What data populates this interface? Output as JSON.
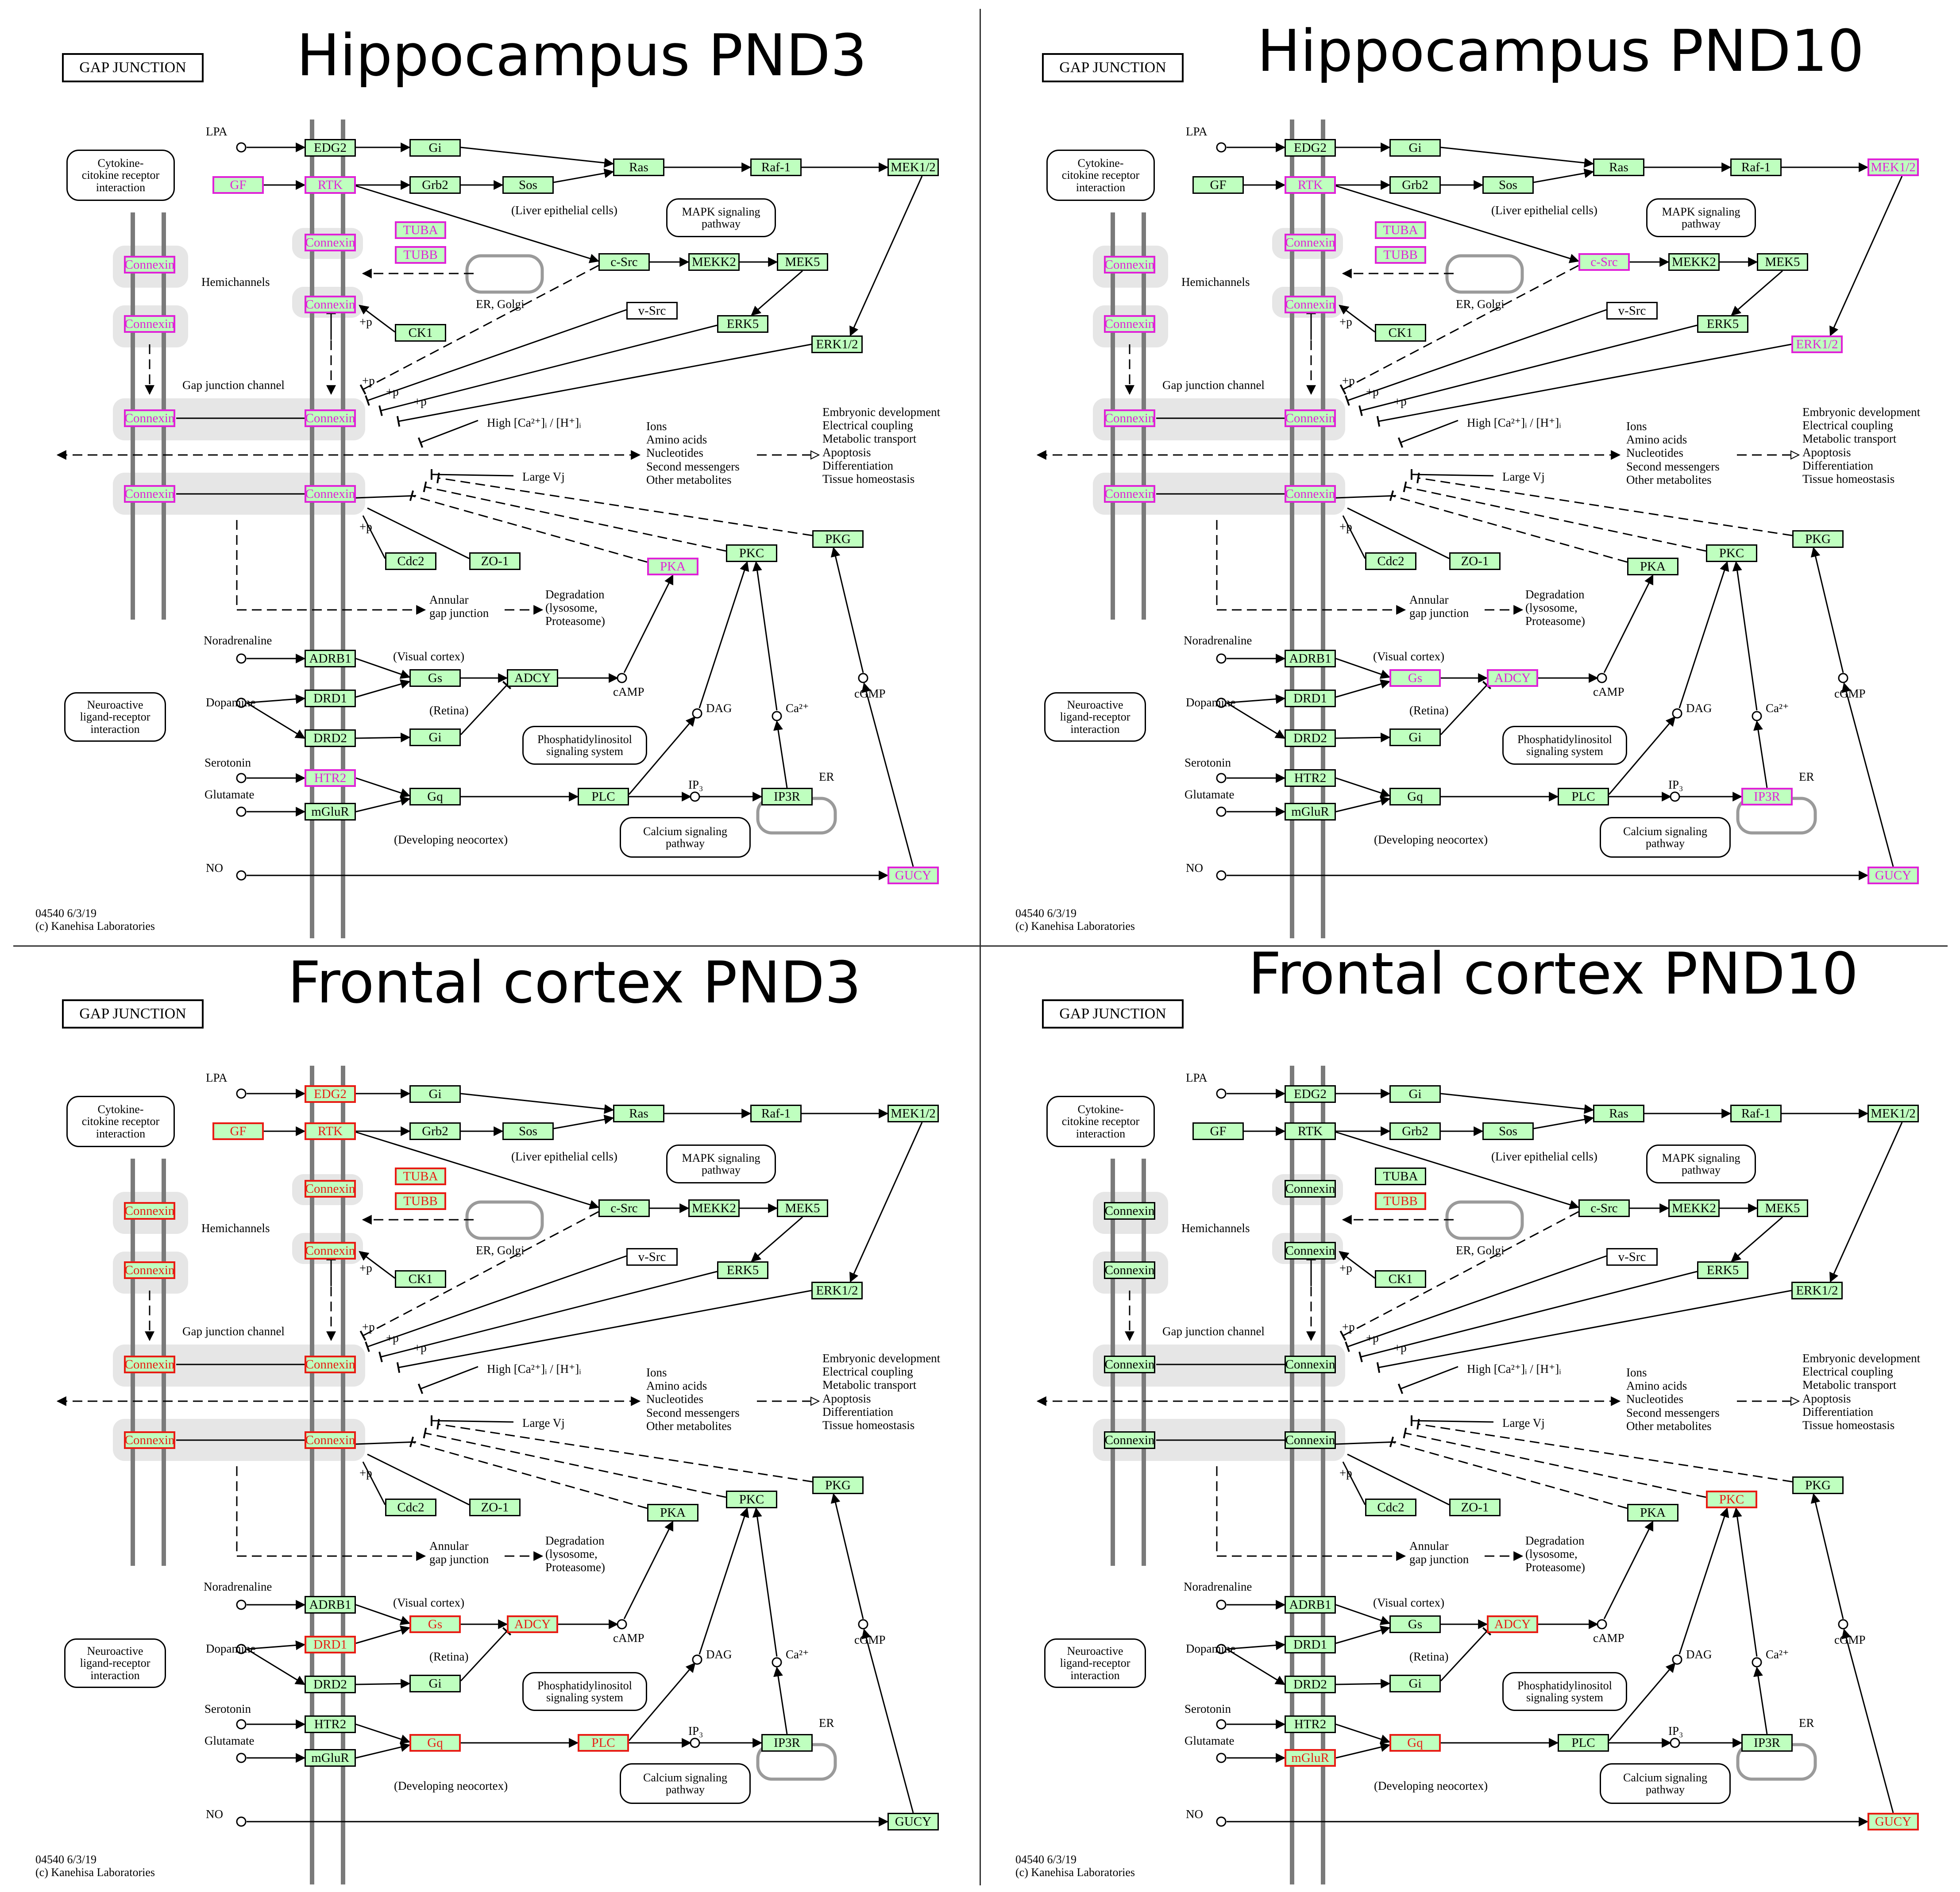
{
  "map_label": "GAP JUNCTION",
  "footer": {
    "line1": "04540 6/3/19",
    "line2": "(c) Kanehisa Laboratories"
  },
  "status_colors": {
    "node_fill": "#bfffbf",
    "magenta": "#e022d8",
    "red": "#e81c14"
  },
  "nodes": [
    {
      "id": "EDG2",
      "label": "EDG2"
    },
    {
      "id": "Gi1",
      "label": "Gi"
    },
    {
      "id": "GF",
      "label": "GF"
    },
    {
      "id": "RTK",
      "label": "RTK"
    },
    {
      "id": "Grb2",
      "label": "Grb2"
    },
    {
      "id": "Sos",
      "label": "Sos"
    },
    {
      "id": "Ras",
      "label": "Ras"
    },
    {
      "id": "Raf1",
      "label": "Raf-1"
    },
    {
      "id": "MEK12",
      "label": "MEK1/2"
    },
    {
      "id": "ConnT",
      "label": "Connexin"
    },
    {
      "id": "TUBA",
      "label": "TUBA"
    },
    {
      "id": "TUBB",
      "label": "TUBB"
    },
    {
      "id": "cSrc",
      "label": "c-Src"
    },
    {
      "id": "MEKK2",
      "label": "MEKK2"
    },
    {
      "id": "MEK5",
      "label": "MEK5"
    },
    {
      "id": "ConnL1",
      "label": "Connexin"
    },
    {
      "id": "ConnM",
      "label": "Connexin"
    },
    {
      "id": "ConnL2",
      "label": "Connexin"
    },
    {
      "id": "vSrc",
      "label": "v-Src"
    },
    {
      "id": "CK1",
      "label": "CK1"
    },
    {
      "id": "ERK5",
      "label": "ERK5"
    },
    {
      "id": "ERK12",
      "label": "ERK1/2"
    },
    {
      "id": "ConnA1",
      "label": "Connexin"
    },
    {
      "id": "ConnA2",
      "label": "Connexin"
    },
    {
      "id": "ConnB1",
      "label": "Connexin"
    },
    {
      "id": "ConnB2",
      "label": "Connexin"
    },
    {
      "id": "Cdc2",
      "label": "Cdc2"
    },
    {
      "id": "ZO1",
      "label": "ZO-1"
    },
    {
      "id": "PKA",
      "label": "PKA"
    },
    {
      "id": "PKC",
      "label": "PKC"
    },
    {
      "id": "PKG",
      "label": "PKG"
    },
    {
      "id": "ADRB1",
      "label": "ADRB1"
    },
    {
      "id": "Gs",
      "label": "Gs"
    },
    {
      "id": "ADCY",
      "label": "ADCY"
    },
    {
      "id": "DRD1",
      "label": "DRD1"
    },
    {
      "id": "DRD2",
      "label": "DRD2"
    },
    {
      "id": "Gi2",
      "label": "Gi"
    },
    {
      "id": "HTR2",
      "label": "HTR2"
    },
    {
      "id": "Gq",
      "label": "Gq"
    },
    {
      "id": "PLC",
      "label": "PLC"
    },
    {
      "id": "IP3R",
      "label": "IP3R"
    },
    {
      "id": "mGluR",
      "label": "mGluR"
    },
    {
      "id": "GUCY",
      "label": "GUCY"
    }
  ],
  "rounded_boxes": [
    {
      "id": "cyto",
      "text": "Cytokine-\ncitokine receptor\ninteraction"
    },
    {
      "id": "mapk",
      "text": "MAPK signaling\npathway"
    },
    {
      "id": "neuro",
      "text": "Neuroactive\nligand-receptor\ninteraction"
    },
    {
      "id": "pi",
      "text": "Phosphatidylinositol\nsignaling system"
    },
    {
      "id": "calc",
      "text": "Calcium signaling\npathway"
    }
  ],
  "labels": [
    {
      "id": "LPA",
      "text": "LPA"
    },
    {
      "id": "liver",
      "text": "(Liver epithelial cells)"
    },
    {
      "id": "hemi",
      "text": "Hemichannels"
    },
    {
      "id": "erg",
      "text": "ER, Golgi"
    },
    {
      "id": "p1",
      "text": "+p"
    },
    {
      "id": "gjc",
      "text": "Gap junction channel"
    },
    {
      "id": "p2",
      "text": "+p"
    },
    {
      "id": "p3",
      "text": "+p"
    },
    {
      "id": "p4",
      "text": "+p"
    },
    {
      "id": "high",
      "text": "High [Ca²⁺]ᵢ / [H⁺]ᵢ"
    },
    {
      "id": "ions",
      "text": "Ions\nAmino acids\nNucleotides\nSecond messengers\nOther metabolites"
    },
    {
      "id": "embryo",
      "text": "Embryonic development\nElectrical coupling\nMetabolic transport\nApoptosis\nDifferentiation\nTissue homeostasis"
    },
    {
      "id": "largevj",
      "text": "Large Vj"
    },
    {
      "id": "p5",
      "text": "+p"
    },
    {
      "id": "annular",
      "text": "Annular\ngap junction"
    },
    {
      "id": "degr",
      "text": "Degradation\n(lysosome,\nProteasome)"
    },
    {
      "id": "nora",
      "text": "Noradrenaline"
    },
    {
      "id": "visual",
      "text": "(Visual cortex)"
    },
    {
      "id": "camp",
      "text": "cAMP"
    },
    {
      "id": "dopa",
      "text": "Dopamine"
    },
    {
      "id": "retina",
      "text": "(Retina)"
    },
    {
      "id": "dag",
      "text": "DAG"
    },
    {
      "id": "ca",
      "text": "Ca²⁺"
    },
    {
      "id": "cgmp",
      "text": "cGMP"
    },
    {
      "id": "sero",
      "text": "Serotonin"
    },
    {
      "id": "glut",
      "text": "Glutamate"
    },
    {
      "id": "ip3",
      "text": "IP₃"
    },
    {
      "id": "er",
      "text": "ER"
    },
    {
      "id": "devneo",
      "text": "(Developing neocortex)"
    },
    {
      "id": "no",
      "text": "NO"
    }
  ],
  "panels": [
    {
      "title": "Hippocampus PND3",
      "magenta": [
        "GF",
        "RTK",
        "ConnT",
        "TUBA",
        "TUBB",
        "ConnL1",
        "ConnM",
        "ConnL2",
        "ConnA1",
        "ConnA2",
        "ConnB1",
        "ConnB2",
        "PKA",
        "HTR2",
        "GUCY"
      ],
      "red": []
    },
    {
      "title": "Hippocampus PND10",
      "magenta": [
        "RTK",
        "MEK12",
        "ConnT",
        "TUBA",
        "TUBB",
        "cSrc",
        "ConnL1",
        "ConnM",
        "ConnL2",
        "ERK12",
        "ConnA1",
        "ConnA2",
        "ConnB1",
        "ConnB2",
        "Gs",
        "ADCY",
        "IP3R",
        "GUCY"
      ],
      "red": []
    },
    {
      "title": "Frontal cortex PND3",
      "magenta": [],
      "red": [
        "EDG2",
        "GF",
        "RTK",
        "ConnT",
        "TUBA",
        "TUBB",
        "ConnL1",
        "ConnM",
        "ConnL2",
        "ConnA1",
        "ConnA2",
        "ConnB1",
        "ConnB2",
        "Gs",
        "ADCY",
        "DRD1",
        "Gq",
        "PLC"
      ]
    },
    {
      "title": "Frontal cortex PND10",
      "magenta": [],
      "red": [
        "TUBB",
        "PKC",
        "ADCY",
        "Gq",
        "mGluR",
        "GUCY"
      ]
    }
  ]
}
